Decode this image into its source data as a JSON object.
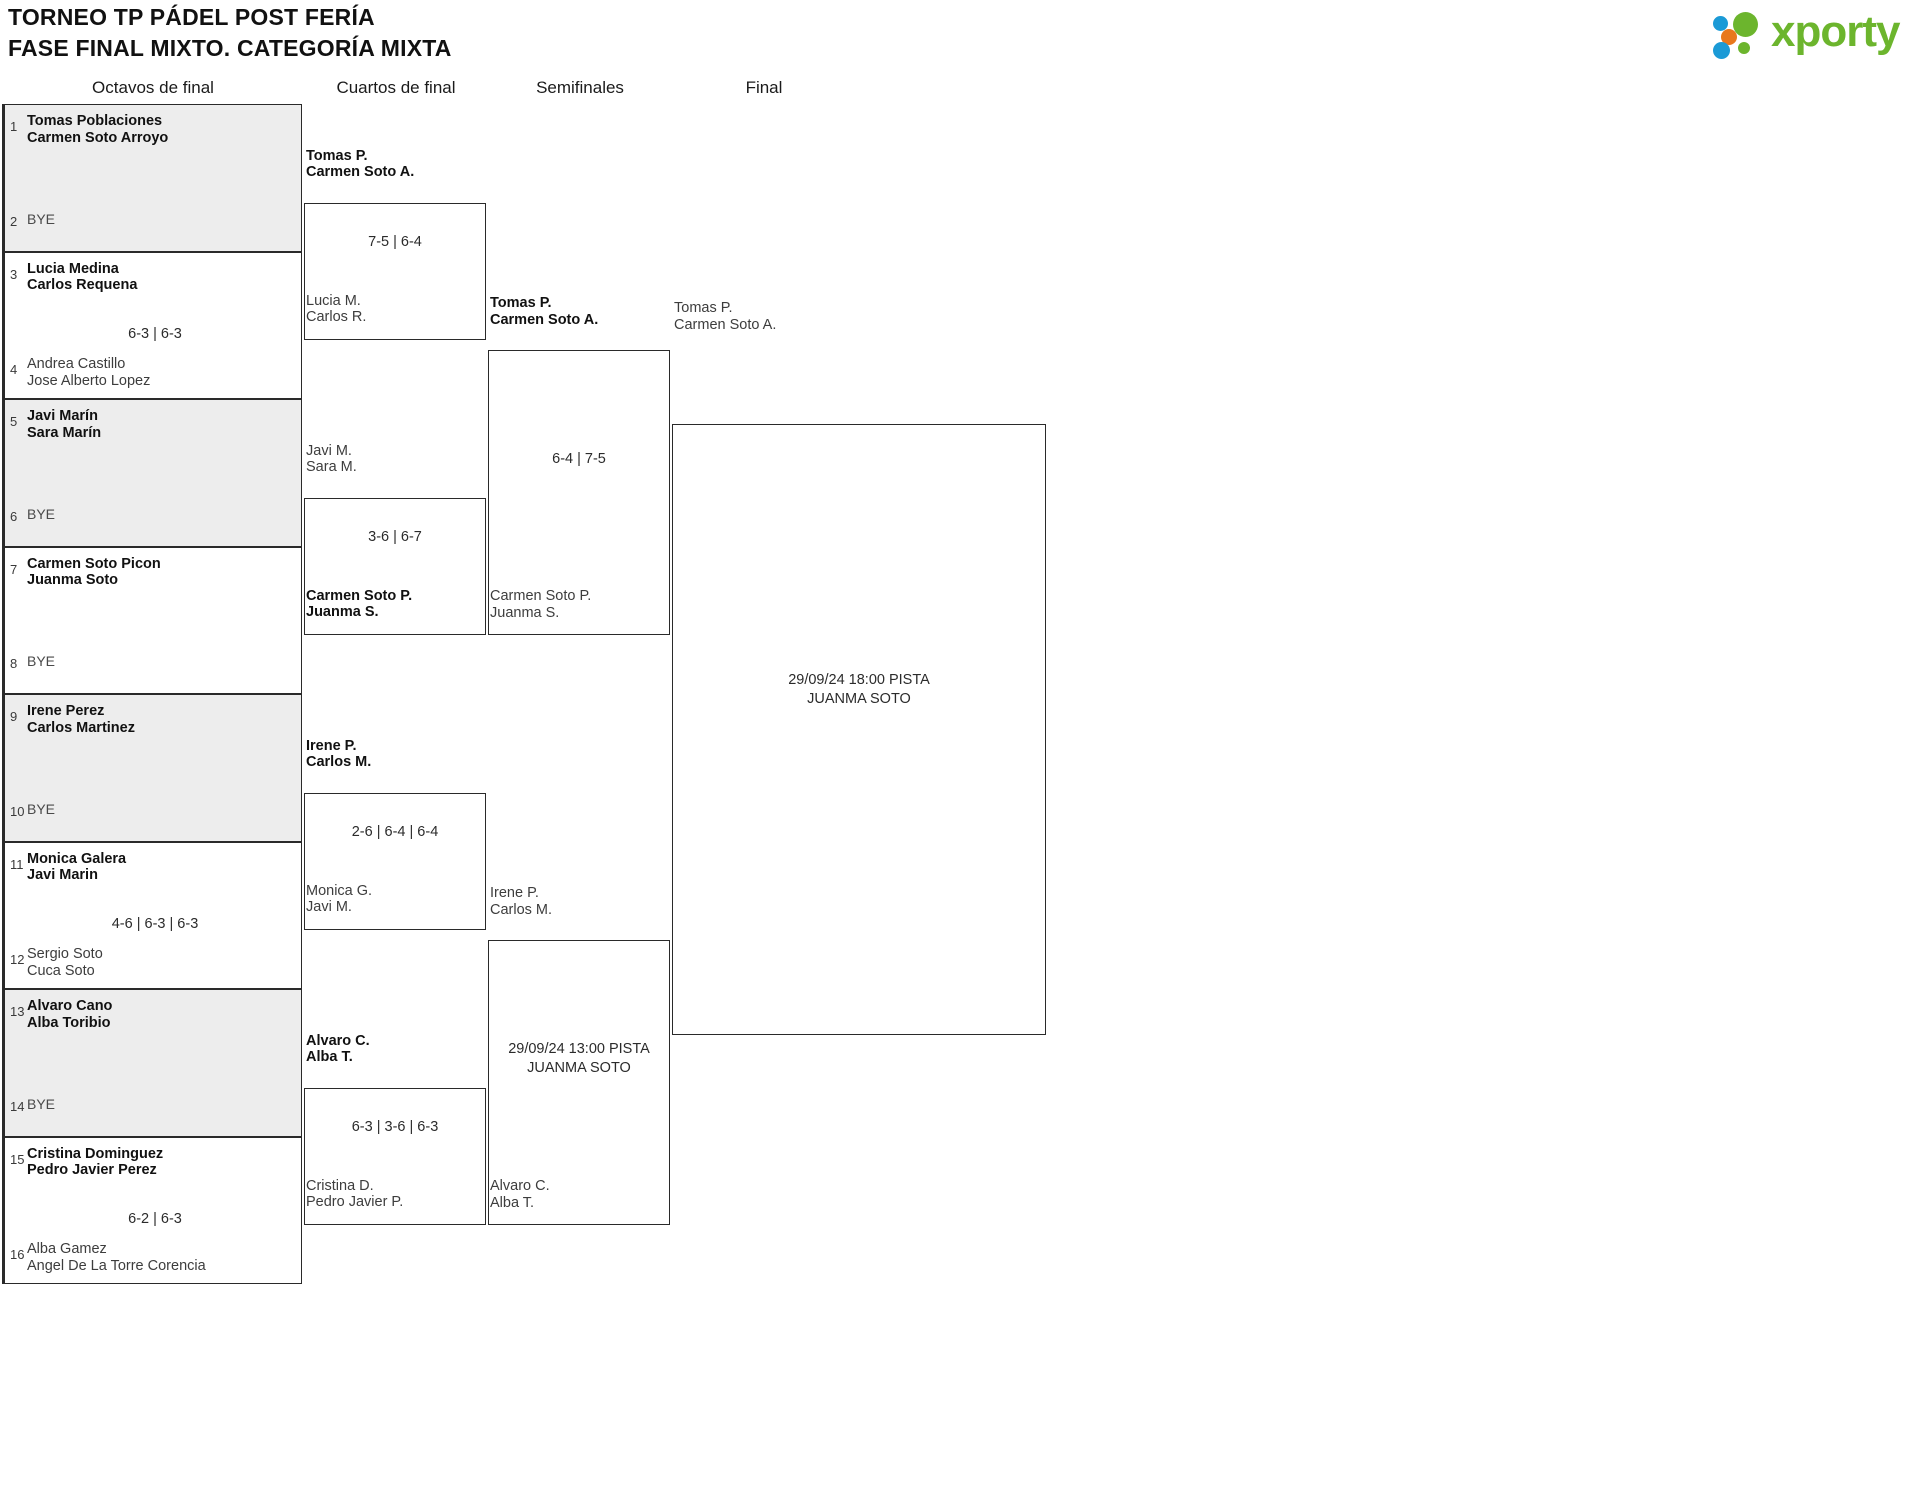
{
  "header": {
    "title_line1": "TORNEO TP PÁDEL POST FERÍA",
    "title_line2": "FASE FINAL MIXTO. CATEGORÍA MIXTA",
    "logo_text": "xporty",
    "logo_colors": {
      "green": "#6cb52d",
      "blue": "#1b9ad6",
      "orange": "#e8781c"
    }
  },
  "rounds": [
    {
      "label": "Octavos de final"
    },
    {
      "label": "Cuartos de final"
    },
    {
      "label": "Semifinales"
    },
    {
      "label": "Final"
    }
  ],
  "round1": [
    {
      "seed_top": "1",
      "top_l1": "Tomas Poblaciones",
      "top_l2": "Carmen Soto Arroyo",
      "seed_bot": "2",
      "bot_l1": "BYE",
      "bot_l2": "",
      "score": "",
      "shaded": true,
      "top_state": "win",
      "bot_state": "bye"
    },
    {
      "seed_top": "3",
      "top_l1": "Lucia Medina",
      "top_l2": "Carlos Requena",
      "seed_bot": "4",
      "bot_l1": "Andrea Castillo",
      "bot_l2": "Jose Alberto Lopez",
      "score": "6-3 | 6-3",
      "shaded": false,
      "top_state": "win",
      "bot_state": "lose"
    },
    {
      "seed_top": "5",
      "top_l1": "Javi Marín",
      "top_l2": "Sara Marín",
      "seed_bot": "6",
      "bot_l1": "BYE",
      "bot_l2": "",
      "score": "",
      "shaded": true,
      "top_state": "win",
      "bot_state": "bye"
    },
    {
      "seed_top": "7",
      "top_l1": "Carmen Soto Picon",
      "top_l2": "Juanma Soto",
      "seed_bot": "8",
      "bot_l1": "BYE",
      "bot_l2": "",
      "score": "",
      "shaded": false,
      "top_state": "win",
      "bot_state": "bye"
    },
    {
      "seed_top": "9",
      "top_l1": "Irene Perez",
      "top_l2": "Carlos Martinez",
      "seed_bot": "10",
      "bot_l1": "BYE",
      "bot_l2": "",
      "score": "",
      "shaded": true,
      "top_state": "win",
      "bot_state": "bye"
    },
    {
      "seed_top": "11",
      "top_l1": "Monica Galera",
      "top_l2": "Javi Marin",
      "seed_bot": "12",
      "bot_l1": "Sergio Soto",
      "bot_l2": "Cuca Soto",
      "score": "4-6 | 6-3 | 6-3",
      "shaded": false,
      "top_state": "win",
      "bot_state": "lose"
    },
    {
      "seed_top": "13",
      "top_l1": "Alvaro Cano",
      "top_l2": "Alba Toribio",
      "seed_bot": "14",
      "bot_l1": "BYE",
      "bot_l2": "",
      "score": "",
      "shaded": true,
      "top_state": "win",
      "bot_state": "bye"
    },
    {
      "seed_top": "15",
      "top_l1": "Cristina Dominguez",
      "top_l2": "Pedro Javier Perez",
      "seed_bot": "16",
      "bot_l1": "Alba Gamez",
      "bot_l2": "Angel De La Torre Corencia",
      "score": "6-2 | 6-3",
      "shaded": false,
      "top_state": "win",
      "bot_state": "lose"
    }
  ],
  "round2": [
    {
      "top_l1": "Tomas P.",
      "top_l2": "Carmen Soto A.",
      "top_state": "win",
      "bot_l1": "Lucia M.",
      "bot_l2": "Carlos R.",
      "bot_state": "lose",
      "score": "7-5 | 6-4"
    },
    {
      "top_l1": "Javi M.",
      "top_l2": "Sara M.",
      "top_state": "lose",
      "bot_l1": "Carmen Soto P.",
      "bot_l2": "Juanma S.",
      "bot_state": "win",
      "score": "3-6 | 6-7"
    },
    {
      "top_l1": "Irene P.",
      "top_l2": "Carlos M.",
      "top_state": "win",
      "bot_l1": "Monica G.",
      "bot_l2": "Javi M.",
      "bot_state": "lose",
      "score": "2-6 | 6-4 | 6-4"
    },
    {
      "top_l1": "Alvaro C.",
      "top_l2": "Alba T.",
      "top_state": "win",
      "bot_l1": "Cristina D.",
      "bot_l2": "Pedro Javier P.",
      "bot_state": "lose",
      "score": "6-3 | 3-6 | 6-3"
    }
  ],
  "round3": [
    {
      "top_l1": "Tomas P.",
      "top_l2": "Carmen Soto A.",
      "top_state": "win",
      "bot_l1": "Carmen Soto P.",
      "bot_l2": "Juanma S.",
      "bot_state": "lose",
      "score": "6-4 | 7-5"
    },
    {
      "top_l1": "Irene P.",
      "top_l2": "Carlos M.",
      "top_state": "lose",
      "bot_l1": "Alvaro C.",
      "bot_l2": "Alba T.",
      "bot_state": "lose",
      "score": "29/09/24 13:00 PISTA\nJUANMA SOTO",
      "score_line1": "29/09/24 13:00 PISTA",
      "score_line2": "JUANMA SOTO"
    }
  ],
  "round4": [
    {
      "top_l1": "Tomas P.",
      "top_l2": "Carmen Soto A.",
      "top_state": "lose",
      "info_line1": "29/09/24 18:00 PISTA",
      "info_line2": "JUANMA SOTO"
    }
  ]
}
